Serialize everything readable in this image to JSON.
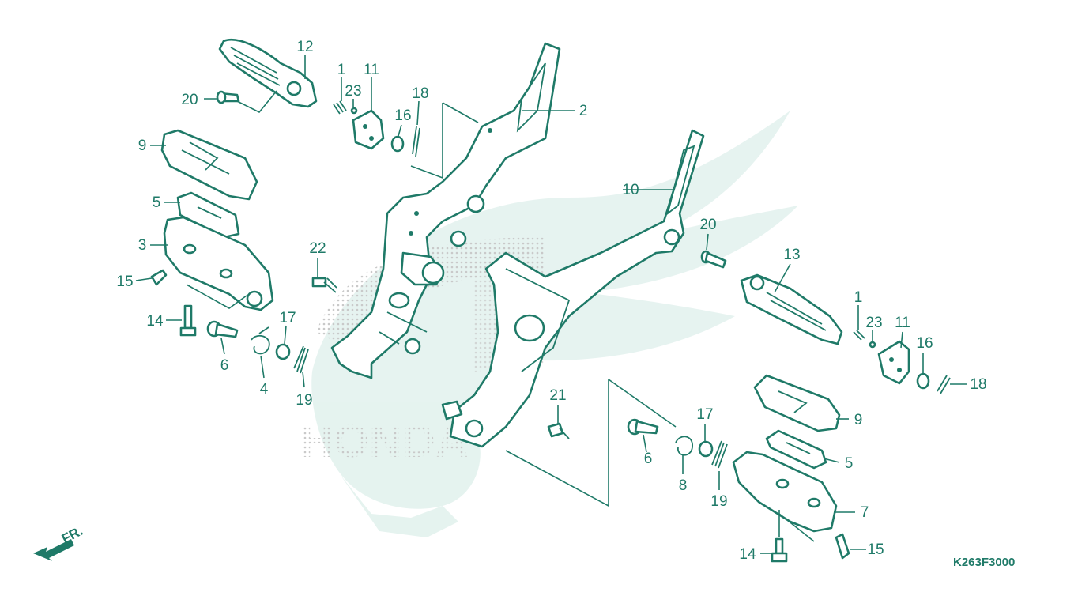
{
  "diagram": {
    "diagram_code": "K263F3000",
    "front_indicator": "FR.",
    "colors": {
      "line": "#1f7a68",
      "watermark": "#e3f2ee",
      "dots": "#c9c9c9"
    },
    "watermark": {
      "icon": "honda-wing-logo",
      "text": "HONDA"
    }
  },
  "parts": [
    {
      "id": "left-footpeg-12",
      "label": "12"
    },
    {
      "id": "left-pin-20",
      "label": "20"
    },
    {
      "id": "left-spring-1",
      "label": "1"
    },
    {
      "id": "left-ball-23",
      "label": "23"
    },
    {
      "id": "left-plate-11",
      "label": "11"
    },
    {
      "id": "left-washer-16",
      "label": "16"
    },
    {
      "id": "left-cotter-18",
      "label": "18"
    },
    {
      "id": "main-bracket-2",
      "label": "2"
    },
    {
      "id": "left-rubber-9",
      "label": "9"
    },
    {
      "id": "left-plate-5",
      "label": "5"
    },
    {
      "id": "left-step-3",
      "label": "3"
    },
    {
      "id": "left-clip-15",
      "label": "15"
    },
    {
      "id": "left-bolt-14",
      "label": "14"
    },
    {
      "id": "left-pin-6",
      "label": "6"
    },
    {
      "id": "left-spring-4",
      "label": "4"
    },
    {
      "id": "left-washer-17",
      "label": "17"
    },
    {
      "id": "left-spring-19",
      "label": "19"
    },
    {
      "id": "bolt-22",
      "label": "22"
    },
    {
      "id": "right-bracket-10",
      "label": "10"
    },
    {
      "id": "right-pin-20",
      "label": "20"
    },
    {
      "id": "right-footpeg-13",
      "label": "13"
    },
    {
      "id": "right-spring-1",
      "label": "1"
    },
    {
      "id": "right-ball-23",
      "label": "23"
    },
    {
      "id": "right-plate-11",
      "label": "11"
    },
    {
      "id": "right-washer-16",
      "label": "16"
    },
    {
      "id": "right-cotter-18",
      "label": "18"
    },
    {
      "id": "bolt-21",
      "label": "21"
    },
    {
      "id": "right-pin-6",
      "label": "6"
    },
    {
      "id": "right-washer-17",
      "label": "17"
    },
    {
      "id": "right-spring-8",
      "label": "8"
    },
    {
      "id": "right-spring-19",
      "label": "19"
    },
    {
      "id": "right-rubber-9",
      "label": "9"
    },
    {
      "id": "right-plate-5",
      "label": "5"
    },
    {
      "id": "right-step-7",
      "label": "7"
    },
    {
      "id": "right-bolt-14",
      "label": "14"
    },
    {
      "id": "right-clip-15",
      "label": "15"
    }
  ]
}
